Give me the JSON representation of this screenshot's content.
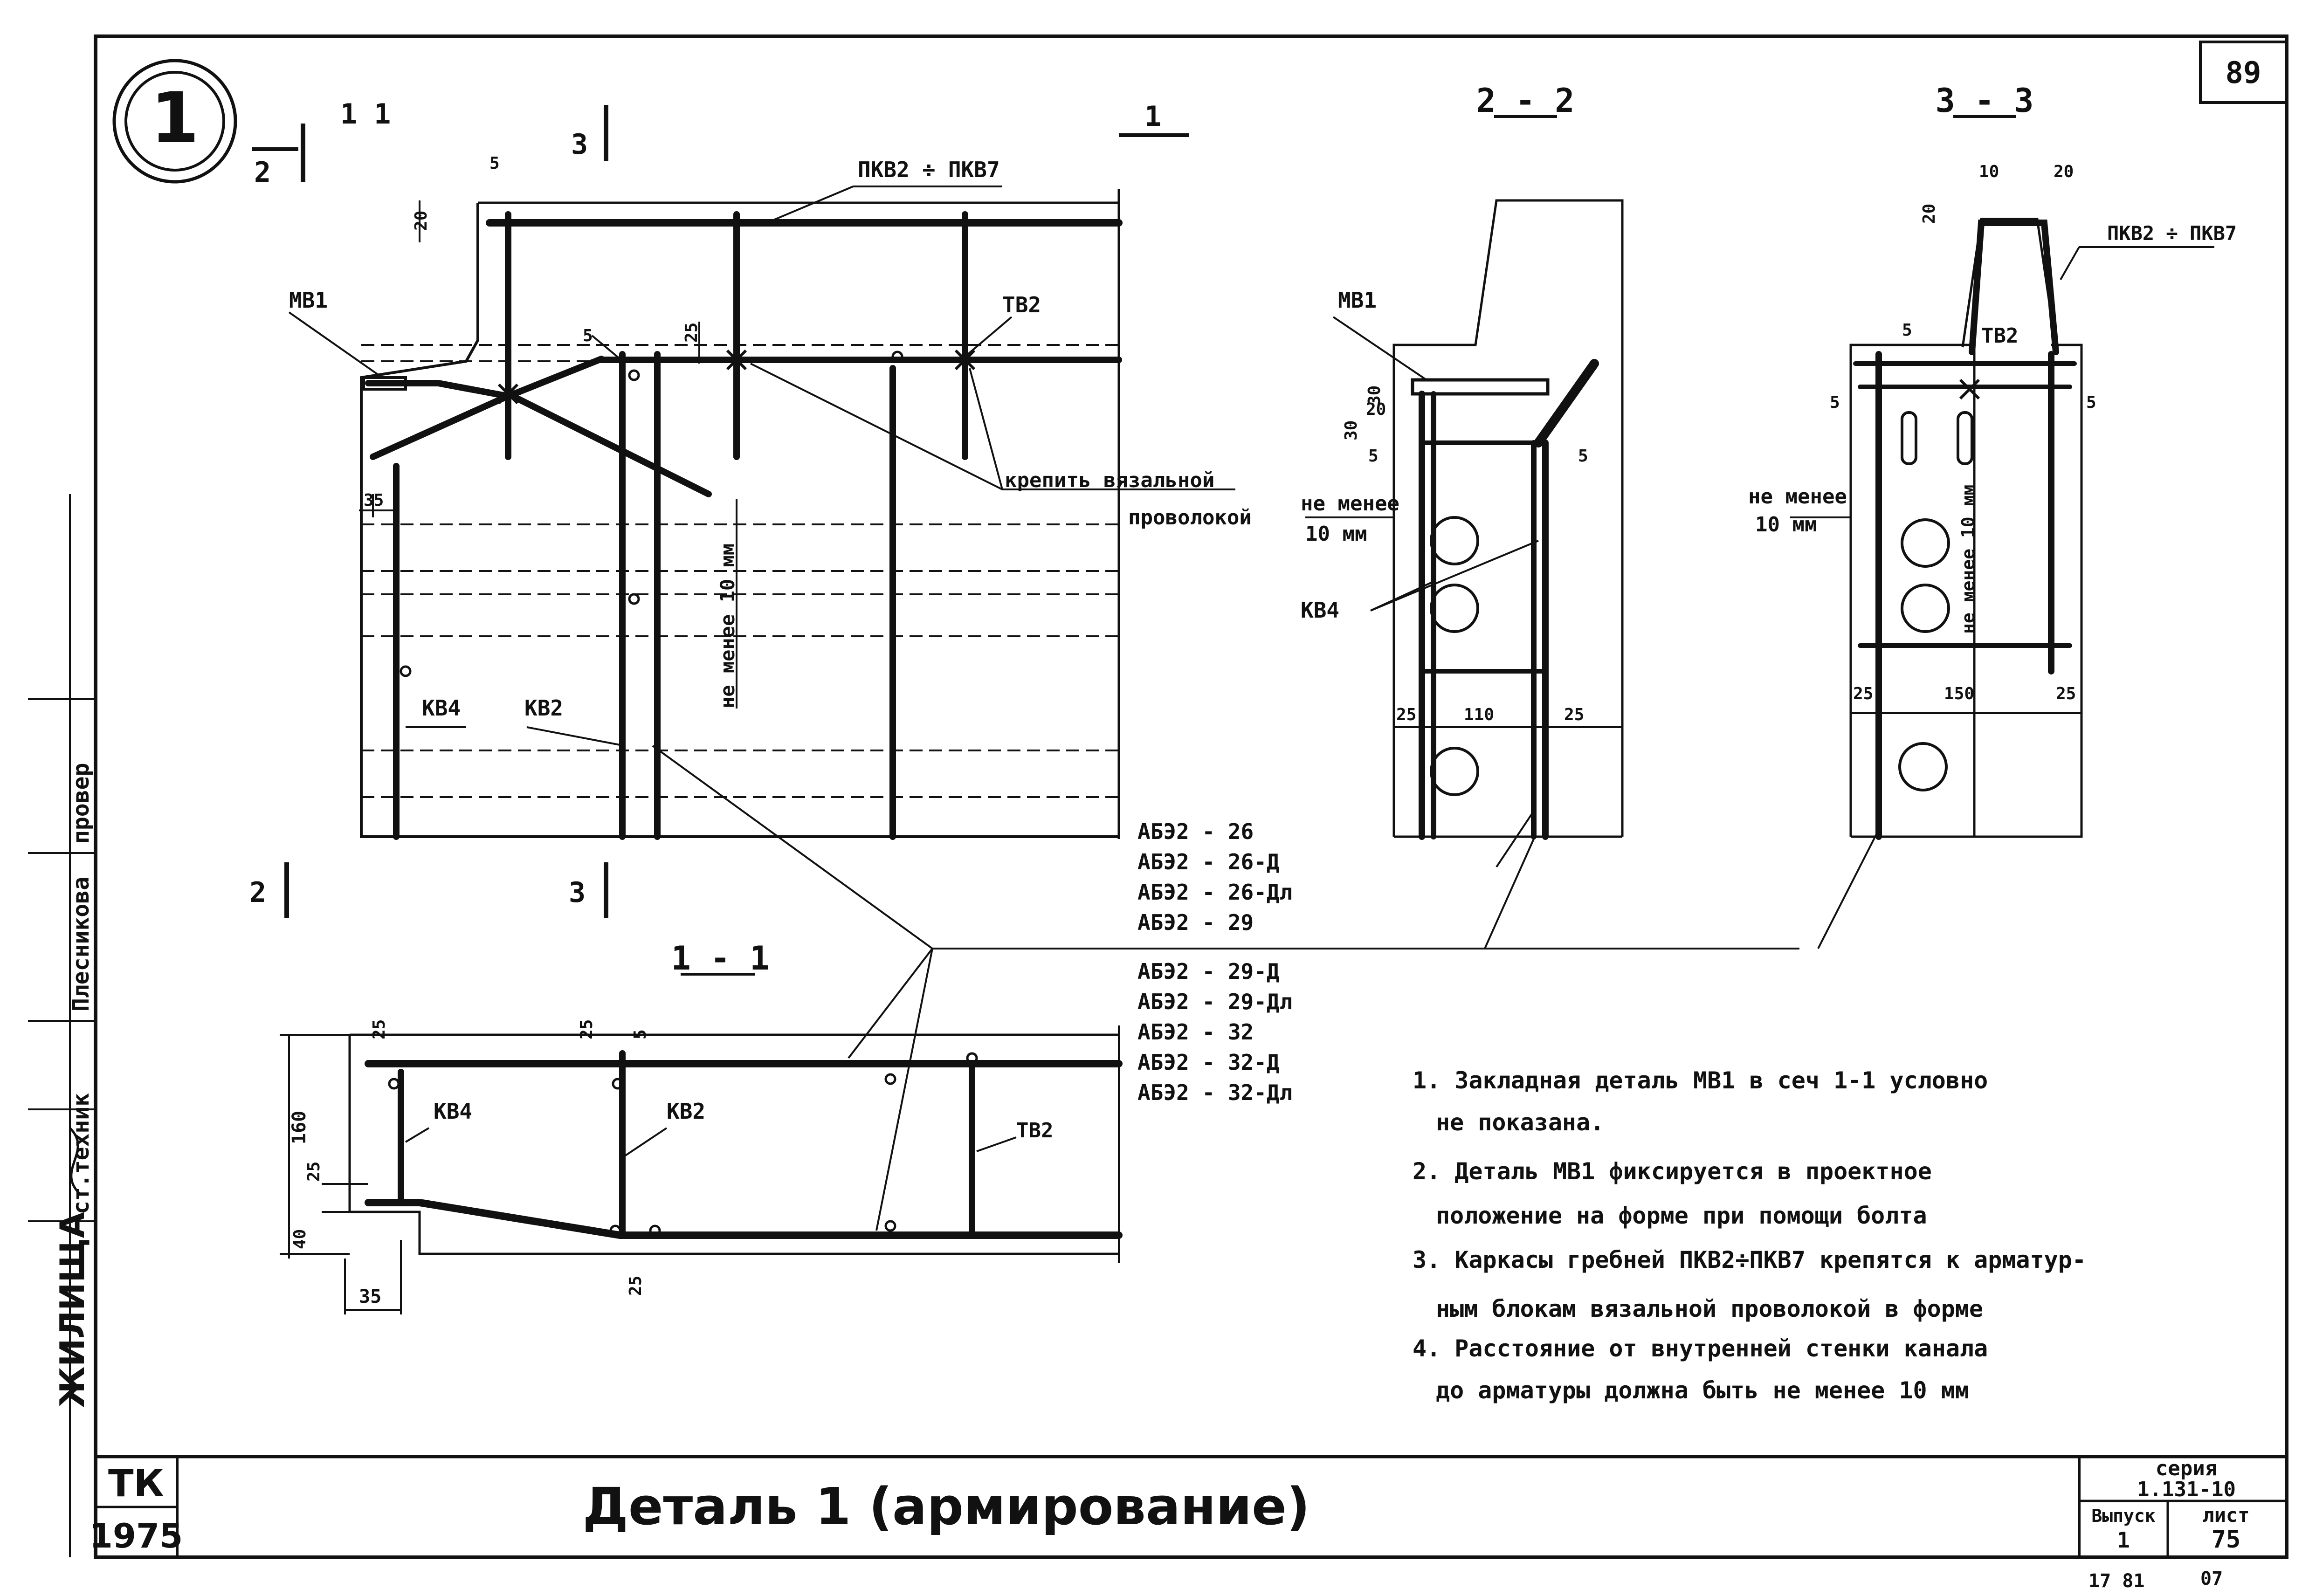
{
  "sheet": {
    "number": "89",
    "detail_number": "1",
    "title": "Деталь 1 (армирование)",
    "stamp_org": "ТК",
    "stamp_year": "1975",
    "series_label": "серия",
    "series_value": "1.131-10",
    "issue_label": "Выпуск",
    "issue_value": "1",
    "sheet_label": "лист",
    "sheet_value": "75",
    "bottom_marks": "17 81",
    "bottom_mark_right": "07"
  },
  "side_block": {
    "org": "ЖИЛИЩА",
    "role_tech": "ст.техник",
    "name": "Плесникова",
    "role_check": "провер"
  },
  "plan": {
    "section_11_top": "1 1",
    "section_11_right": "1",
    "section_2_left": "2",
    "section_3_left": "3",
    "section_2_bottom": "2",
    "section_3_bottom": "3",
    "label_pkv": "ПКВ2 ÷ ПКВ7",
    "label_mv1": "МВ1",
    "label_tv2": "ТВ2",
    "label_kv4": "КВ4",
    "label_kv2": "КВ2",
    "label_fix_1": "крепить вязальной",
    "label_fix_2": "проволокой",
    "label_min": "не менее 10 мм",
    "dim_20": "20",
    "dim_5": "5",
    "dim_5b": "5",
    "dim_25": "25",
    "dim_35": "35"
  },
  "marks": [
    "АБЭ2 - 26",
    "АБЭ2 - 26-Д",
    "АБЭ2 - 26-Дл",
    "АБЭ2 - 29",
    "АБЭ2 - 29-Д",
    "АБЭ2 - 29-Дл",
    "АБЭ2 - 32",
    "АБЭ2 - 32-Д",
    "АБЭ2 - 32-Дл"
  ],
  "sec_22": {
    "title": "2 - 2",
    "label_mv1": "МВ1",
    "label_kv4": "КВ4",
    "min_1": "не менее",
    "min_2": "10 мм",
    "dim_30a": "30",
    "dim_30b": "30",
    "dim_20": "20",
    "dim_5l": "5",
    "dim_5r": "5",
    "dim_25l": "25",
    "dim_110": "110",
    "dim_25r": "25"
  },
  "sec_33": {
    "title": "3 - 3",
    "label_pkv": "ПКВ2 ÷ ПКВ7",
    "label_tv2": "ТВ2",
    "min_1": "не менее",
    "min_2": "10 мм",
    "min_v": "не менее 10 мм",
    "dim_10": "10",
    "dim_20a": "20",
    "dim_20b": "20",
    "dim_5a": "5",
    "dim_5l": "5",
    "dim_5r": "5",
    "dim_25l": "25",
    "dim_150": "150",
    "dim_25r": "25"
  },
  "sec_11": {
    "title": "1 - 1",
    "label_kv4": "КВ4",
    "label_kv2": "КВ2",
    "label_tv2": "ТВ2",
    "dim_25a": "25",
    "dim_25b": "25",
    "dim_5": "5",
    "dim_160": "160",
    "dim_25c": "25",
    "dim_40": "40",
    "dim_35": "35",
    "dim_25d": "25"
  },
  "notes": [
    "1. Закладная деталь МВ1 в сеч 1-1 условно",
    "не показана.",
    "2. Деталь МВ1 фиксируется в проектное",
    "положение на форме при помощи болта",
    "3. Каркасы гребней ПКВ2÷ПКВ7 крепятся к арматур-",
    "ным блокам вязальной проволокой в форме",
    "4. Расстояние от внутренней стенки канала",
    "до арматуры должна быть не менее 10 мм"
  ]
}
